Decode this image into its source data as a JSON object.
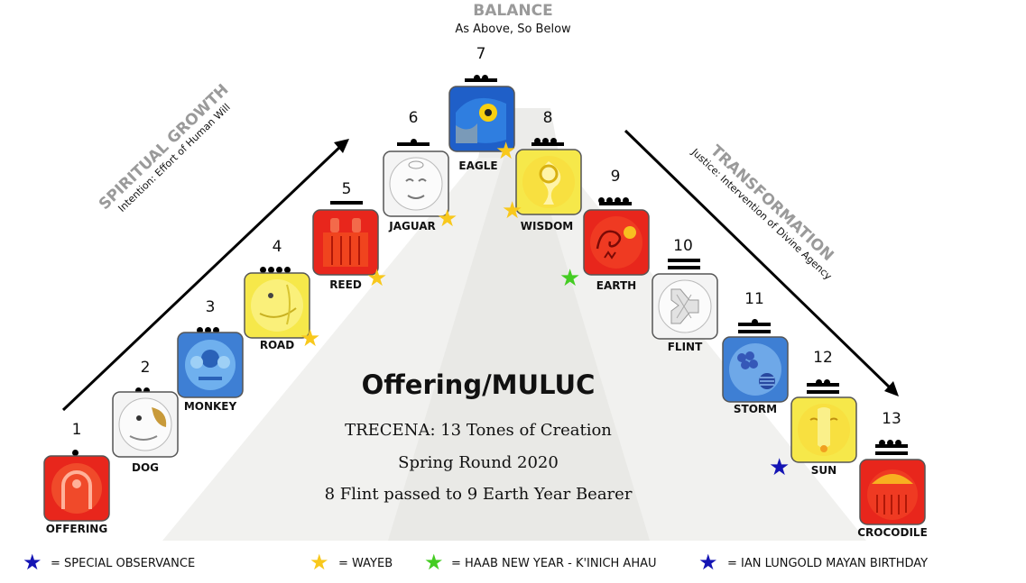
{
  "header": {
    "title": "BALANCE",
    "subtitle": "As Above, So Below"
  },
  "left_arc": {
    "title": "SPIRITUAL GROWTH",
    "subtitle": "Intention: Effort of Human Will"
  },
  "right_arc": {
    "title": "TRANSFORMATION",
    "subtitle": "Justice: Intervention of Divine Agency"
  },
  "center": {
    "title": "Offering/MULUC",
    "line1": "TRECENA: 13 Tones of Creation",
    "line2": "Spring Round 2020",
    "line3": "8 Flint passed to 9 Earth Year Bearer"
  },
  "signs": [
    {
      "number": "1",
      "name": "OFFERING",
      "color": "#e8261c"
    },
    {
      "number": "2",
      "name": "DOG",
      "color": "#f4f4f4"
    },
    {
      "number": "3",
      "name": "MONKEY",
      "color": "#3e7fd4"
    },
    {
      "number": "4",
      "name": "ROAD",
      "color": "#f6e84a"
    },
    {
      "number": "5",
      "name": "REED",
      "color": "#e8261c"
    },
    {
      "number": "6",
      "name": "JAGUAR",
      "color": "#f4f4f4"
    },
    {
      "number": "7",
      "name": "EAGLE",
      "color": "#1f5fc8"
    },
    {
      "number": "8",
      "name": "WISDOM",
      "color": "#f6e84a"
    },
    {
      "number": "9",
      "name": "EARTH",
      "color": "#e8261c"
    },
    {
      "number": "10",
      "name": "FLINT",
      "color": "#f4f4f4"
    },
    {
      "number": "11",
      "name": "STORM",
      "color": "#3e7fd4"
    },
    {
      "number": "12",
      "name": "SUN",
      "color": "#f6e84a"
    },
    {
      "number": "13",
      "name": "CROCODILE",
      "color": "#e8261c"
    }
  ],
  "legend": {
    "special_observance": "= SPECIAL OBSERVANCE",
    "wayeb": "= WAYEB",
    "haab_new_year": "= HAAB NEW YEAR - K'INICH AHAU",
    "birthday": "= IAN LUNGOLD MAYAN BIRTHDAY"
  },
  "colors": {
    "star_blue": "#1414b4",
    "star_yellow": "#f8c81c",
    "star_green": "#44cc22",
    "arc_text": "#9a9a9a"
  }
}
